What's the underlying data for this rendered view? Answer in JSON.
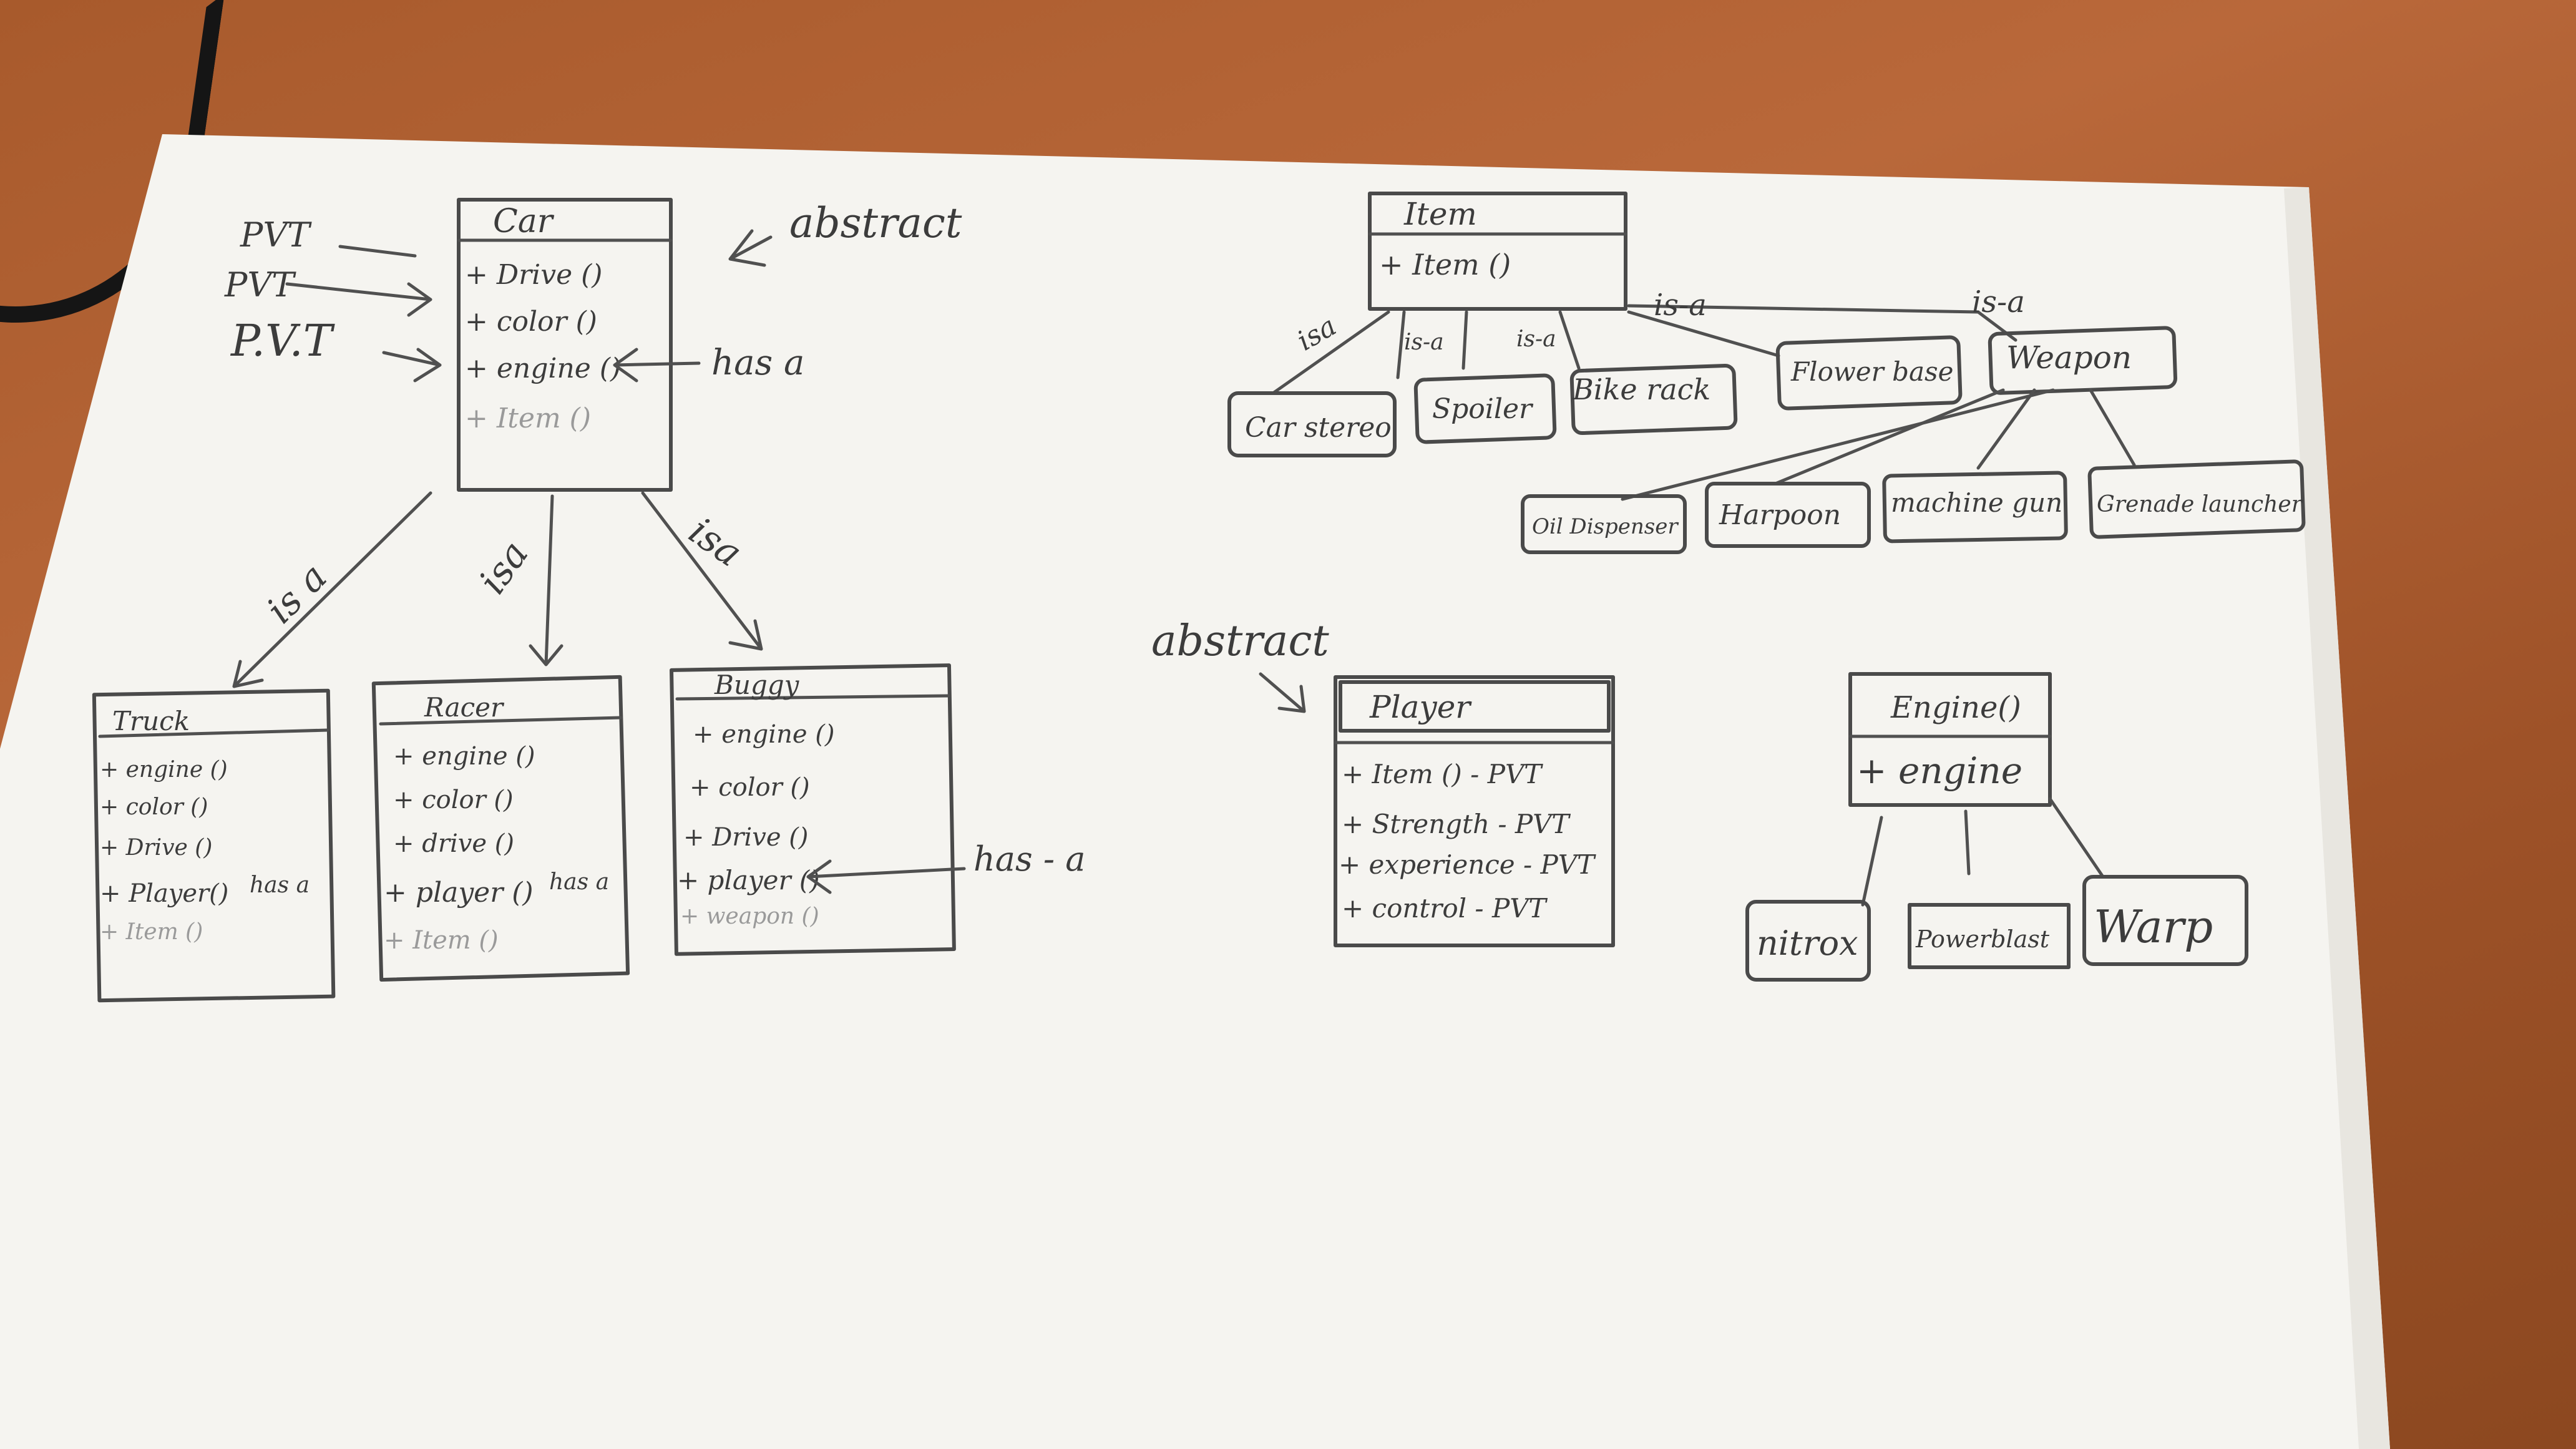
{
  "annotations": {
    "abstract_car": "abstract",
    "abstract_player": "abstract",
    "pvt_1": "PVT",
    "pvt_2": "PVT",
    "pvt_3": "P.V.T",
    "has_a_car": "has a",
    "is_a": "is a",
    "is_a_short": "isa",
    "is_a_item": "is-a",
    "has_a_truck": "has a",
    "has_a_racer": "has a",
    "has_a_buggy": "has - a"
  },
  "classes": {
    "car": {
      "name": "Car",
      "members": [
        "+ Drive ()",
        "+ color ()",
        "+ engine ()",
        "+ Item ()"
      ]
    },
    "truck": {
      "name": "Truck",
      "members": [
        "+ engine ()",
        "+ color ()",
        "+ Drive ()",
        "+ Player()",
        "+ Item ()"
      ]
    },
    "racer": {
      "name": "Racer",
      "members": [
        "+ engine ()",
        "+ color ()",
        "+ drive ()",
        "+ player ()",
        "+ Item ()"
      ]
    },
    "buggy": {
      "name": "Buggy",
      "members": [
        "+ engine ()",
        "+ color ()",
        "+ Drive ()",
        "+ player ()",
        "+ weapon ()"
      ]
    },
    "item": {
      "name": "Item",
      "members": [
        "+ Item ()"
      ]
    },
    "player": {
      "name": "Player",
      "members": [
        "+ Item () - PVT",
        "+ Strength - PVT",
        "+ experience - PVT",
        "+ control - PVT"
      ]
    },
    "engine": {
      "name": "Engine()",
      "members": [
        "+ engine"
      ]
    }
  },
  "item_children": [
    "Car stereo",
    "Spoiler",
    "Bike rack",
    "Flower base",
    "Weapon"
  ],
  "weapon_children": [
    "Oil Dispenser",
    "Harpoon",
    "machine gun",
    "Grenade launcher"
  ],
  "engine_children": [
    "nitrox",
    "Powerblast",
    "Warp"
  ],
  "colors": {
    "paper": "#f4f3ef",
    "pencil": "#4a4a4a",
    "table": "#a85a2c",
    "cable": "#151515"
  }
}
